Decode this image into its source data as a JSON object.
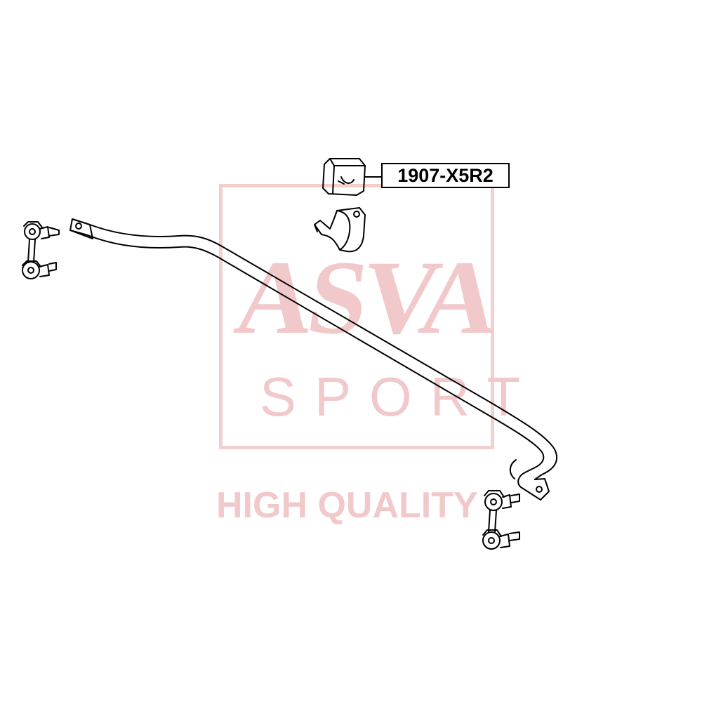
{
  "watermark": {
    "brand": "ASVA",
    "sub": "SPORT",
    "tagline": "HIGH QUALITY",
    "color": "#f2c9cb"
  },
  "part": {
    "number": "1907-X5R2"
  },
  "colors": {
    "line": "#000000",
    "background": "#ffffff"
  }
}
